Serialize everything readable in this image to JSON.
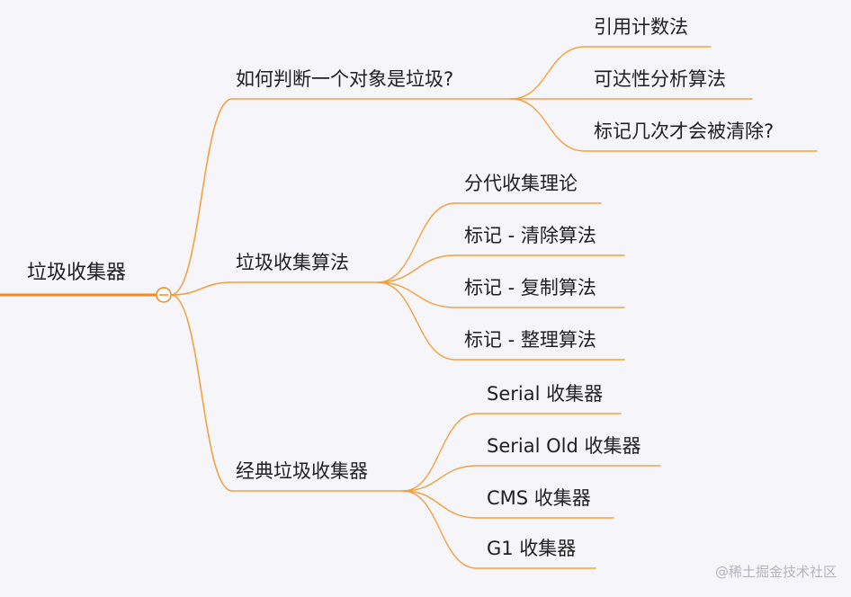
{
  "diagram": {
    "root": "垃圾收集器",
    "branches": [
      {
        "label": "如何判断一个对象是垃圾?",
        "children": [
          "引用计数法",
          "可达性分析算法",
          "标记几次才会被清除?"
        ]
      },
      {
        "label": "垃圾收集算法",
        "children": [
          "分代收集理论",
          "标记 - 清除算法",
          "标记 - 复制算法",
          "标记 - 整理算法"
        ]
      },
      {
        "label": "经典垃圾收集器",
        "children": [
          "Serial 收集器",
          "Serial Old 收集器",
          "CMS 收集器",
          "G1 收集器"
        ]
      }
    ],
    "line_color": "#f5a040",
    "root_line_color": "#f08a24"
  },
  "watermark": "@稀土掘金技术社区"
}
